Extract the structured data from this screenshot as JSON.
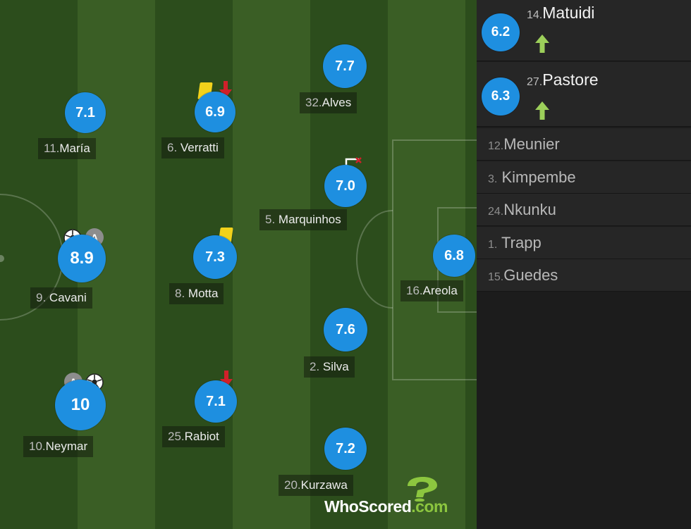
{
  "pitch": {
    "players": [
      {
        "id": "maria",
        "number": "11.",
        "name": "María",
        "rating": "7.1"
      },
      {
        "id": "verratti",
        "number": "6.",
        "name": " Verratti",
        "rating": "6.9"
      },
      {
        "id": "alves",
        "number": "32.",
        "name": "Alves",
        "rating": "7.7"
      },
      {
        "id": "marquinhos",
        "number": "5.",
        "name": " Marquinhos",
        "rating": "7.0"
      },
      {
        "id": "cavani",
        "number": "9.",
        "name": " Cavani",
        "rating": "8.9"
      },
      {
        "id": "motta",
        "number": "8.",
        "name": " Motta",
        "rating": "7.3"
      },
      {
        "id": "areola",
        "number": "16.",
        "name": "Areola",
        "rating": "6.8"
      },
      {
        "id": "silva",
        "number": "2.",
        "name": " Silva",
        "rating": "7.6"
      },
      {
        "id": "neymar",
        "number": "10.",
        "name": "Neymar",
        "rating": "10"
      },
      {
        "id": "rabiot",
        "number": "25.",
        "name": "Rabiot",
        "rating": "7.1"
      },
      {
        "id": "kurzawa",
        "number": "20.",
        "name": "Kurzawa",
        "rating": "7.2"
      }
    ],
    "badges": {
      "assist_letter": "A"
    }
  },
  "logo": {
    "brand": "WhoScored",
    "suffix": ".com"
  },
  "sidebar": {
    "substitutes": [
      {
        "number": "14.",
        "name": "Matuidi",
        "rating": "6.2"
      },
      {
        "number": "27.",
        "name": "Pastore",
        "rating": "6.3"
      }
    ],
    "bench": [
      {
        "number": "12.",
        "name": "Meunier"
      },
      {
        "number": "3.",
        "name": " Kimpembe"
      },
      {
        "number": "24.",
        "name": "Nkunku"
      },
      {
        "number": "1.",
        "name": " Trapp"
      },
      {
        "number": "15.",
        "name": "Guedes"
      }
    ]
  },
  "colors": {
    "rating_bubble": "#1e8fe0",
    "yellow_card": "#f2d21b",
    "sub_off_arrow": "#d0202a",
    "sub_on_arrow": "#9ccf5a"
  },
  "icons": [
    "yellow-card-icon",
    "sub-off-arrow-icon",
    "sub-on-arrow-icon",
    "goal-ball-icon",
    "assist-badge-icon",
    "corner-flag-icon"
  ]
}
